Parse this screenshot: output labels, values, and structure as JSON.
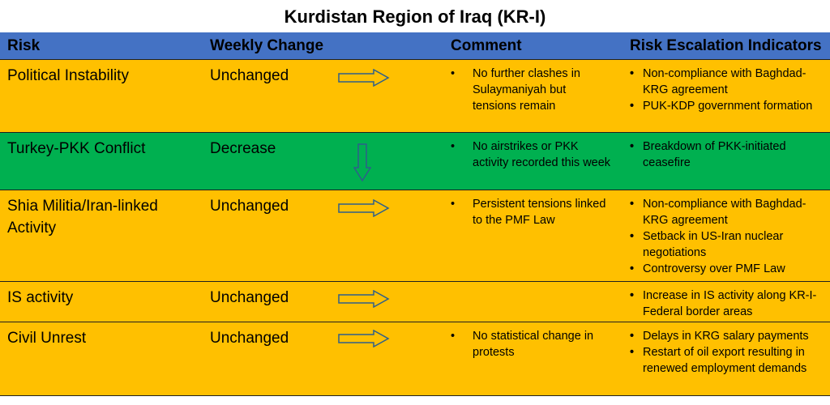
{
  "title": "Kurdistan Region of Iraq (KR-I)",
  "colors": {
    "header": "#4472C4",
    "orange": "#FFC000",
    "green": "#00B050",
    "arrow_stroke": "#2E5F8A"
  },
  "header": {
    "risk": "Risk",
    "weekly_change": "Weekly Change",
    "comment": "Comment",
    "indicators": "Risk Escalation Indicators"
  },
  "rows": [
    {
      "risk": "Political Instability",
      "change": "Unchanged",
      "arrow": "right-arrow-icon",
      "color": "orange",
      "comments": [
        "No further clashes in Sulaymaniyah but tensions remain"
      ],
      "indicators": [
        "Non-compliance with Baghdad-KRG agreement",
        "PUK-KDP government formation"
      ]
    },
    {
      "risk": "Turkey-PKK Conflict",
      "change": "Decrease",
      "arrow": "down-arrow-icon",
      "color": "green",
      "comments": [
        "No airstrikes or PKK activity recorded this week"
      ],
      "indicators": [
        "Breakdown of PKK-initiated ceasefire"
      ]
    },
    {
      "risk": "Shia Militia/Iran-linked Activity",
      "change": "Unchanged",
      "arrow": "right-arrow-icon",
      "color": "orange",
      "comments": [
        "Persistent tensions linked to the PMF Law"
      ],
      "indicators": [
        "Non-compliance with Baghdad-KRG agreement",
        "Setback in US-Iran nuclear negotiations",
        "Controversy over PMF Law"
      ]
    },
    {
      "risk": "IS activity",
      "change": "Unchanged",
      "arrow": "right-arrow-icon",
      "color": "orange",
      "comments": [],
      "indicators": [
        "Increase in IS activity along KR-I-Federal border areas"
      ]
    },
    {
      "risk": "Civil Unrest",
      "change": "Unchanged",
      "arrow": "right-arrow-icon",
      "color": "orange",
      "comments": [
        "No statistical change in protests"
      ],
      "indicators": [
        "Delays in KRG salary payments",
        "Restart of oil export resulting in renewed employment demands"
      ]
    }
  ]
}
